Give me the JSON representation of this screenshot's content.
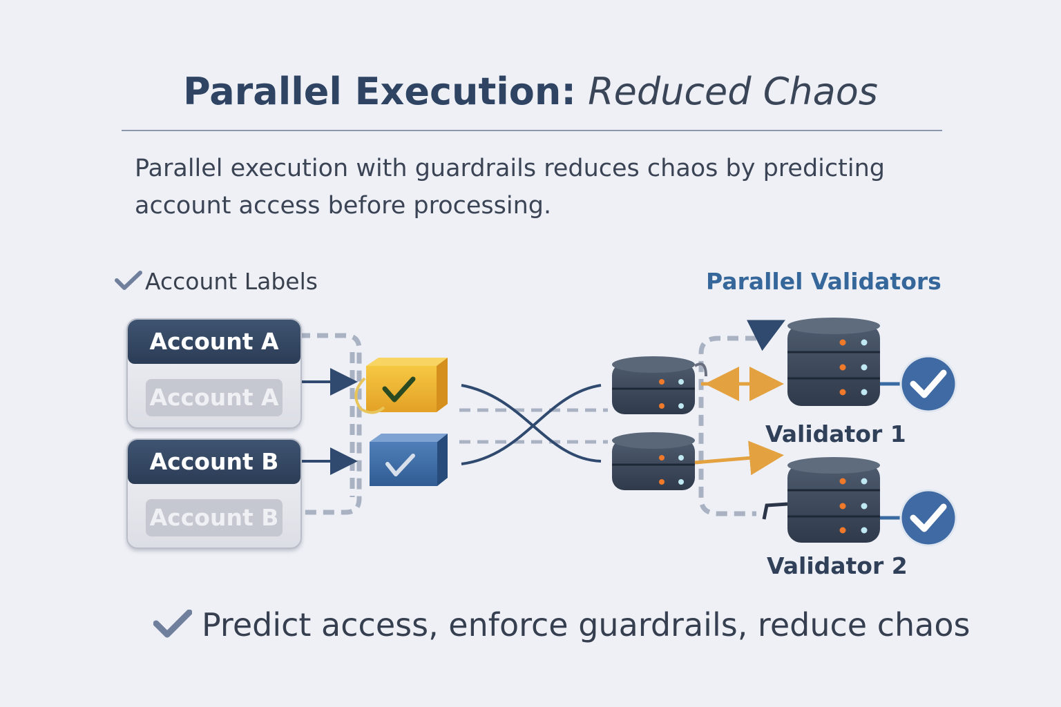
{
  "title": {
    "main": "Parallel Execution:",
    "sub": "Reduced Chaos"
  },
  "description": "Parallel execution with guardrails reduces chaos by predicting account access before processing.",
  "labels": {
    "left": "Account Labels",
    "right": "Parallel Validators"
  },
  "accounts": [
    {
      "header": "Account A",
      "tag": "Account A"
    },
    {
      "header": "Account B",
      "tag": "Account B"
    }
  ],
  "validators": [
    {
      "label": "Validator 1"
    },
    {
      "label": "Validator 2"
    }
  ],
  "footer": "Predict access, enforce guardrails, reduce chaos",
  "icons": {
    "check": "check-icon",
    "lock_a": "yellow-lock-icon",
    "lock_b": "blue-lock-icon",
    "server": "server-stack-icon",
    "validated": "check-circle-icon"
  },
  "colors": {
    "navy": "#2b3c55",
    "accent_blue": "#35679a",
    "yellow": "#f0b62b",
    "orange_arrow": "#e3a23f",
    "dashed": "#a9b2c2",
    "background": "#eef0f6"
  }
}
